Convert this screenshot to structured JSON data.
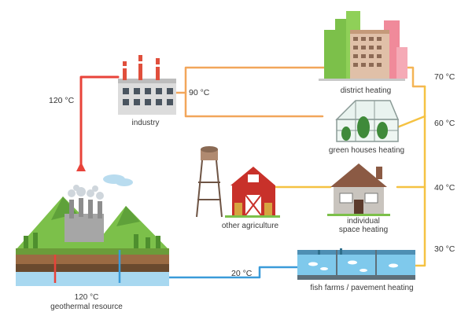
{
  "diagram": {
    "title": "Cascading use of geothermal energy",
    "nodes": {
      "geothermal": {
        "label_line1": "120 °C",
        "label_line2": "geothermal resource"
      },
      "industry": {
        "label": "industry"
      },
      "district_heating": {
        "label": "district heating"
      },
      "green_houses": {
        "label": "green houses heating"
      },
      "other_agriculture": {
        "label": "other agriculture"
      },
      "individual_heating": {
        "label_line1": "individual",
        "label_line2": "space heating"
      },
      "fish_farms": {
        "label": "fish farms / pavement heating"
      }
    },
    "temperatures": {
      "to_industry": "120 °C",
      "after_industry": "90 °C",
      "after_district": "70 °C",
      "after_greenhouse": "60 °C",
      "after_space": "40 °C",
      "after_agri": "30 °C",
      "return": "20 °C"
    },
    "colors": {
      "hot_pipe": "#e8433a",
      "warm_pipe": "#f2a65a",
      "mid_pipe": "#f5c242",
      "cool_pipe": "#3a9bd9",
      "green": "#7cc04a",
      "barn_red": "#c8312a",
      "water": "#a8d8f0",
      "soil": "#9b6b43"
    }
  }
}
